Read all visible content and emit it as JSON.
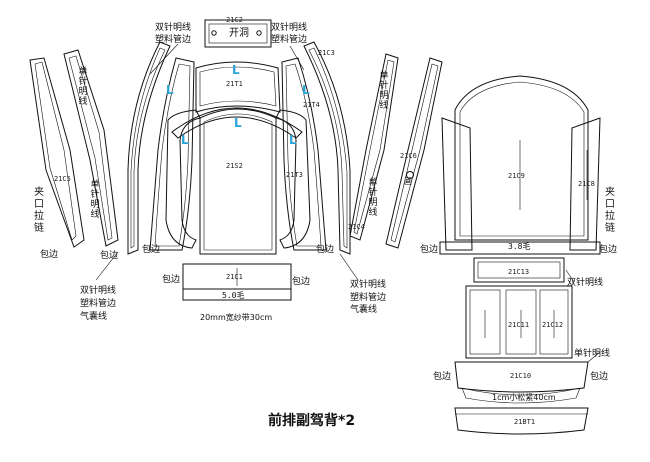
{
  "title": "前排副驾背*2",
  "pieces": {
    "c2": "21C2",
    "c3": "21C3",
    "c5": "21C5",
    "c6": "21C6",
    "c4": "21C4",
    "t1": "21T1",
    "t4": "21T4",
    "t3": "21T3",
    "s2": "21S2",
    "c1": "21C1",
    "c9": "21C9",
    "c8": "21C8",
    "c13": "21C13",
    "c11": "21C11",
    "c12": "21C12",
    "c10": "21C10",
    "bt1": "21BT1"
  },
  "labels": {
    "kaidong": "开洞",
    "double_stitch_left": "双针明线",
    "plastic_edge_left": "塑料管边",
    "double_stitch_right": "双针明线",
    "plastic_edge_right": "塑料管边",
    "single_stitch_top_left": "单针明线",
    "single_stitch_top_right": "单针明线",
    "single_stitch_mid_left": "单针明线",
    "single_stitch_mid_right": "单针明线",
    "zipper_left": "夹口拉链",
    "zipper_right": "夹口拉链",
    "edge_1": "包边",
    "edge_2": "包边",
    "edge_3": "包边",
    "edge_4": "包边",
    "edge_5": "包边",
    "edge_6": "包边",
    "edge_7": "包边",
    "edge_8": "包边",
    "edge_9": "包边",
    "edge_10": "包边",
    "bl_double": "双针明线",
    "bl_plastic": "塑料管边",
    "bl_airbag": "气囊线",
    "br_double": "双针明线",
    "br_plastic": "塑料管边",
    "br_airbag": "气囊线",
    "five_mm": "5.0毛",
    "belt": "20mm宽纱带30cm",
    "mo_38": "3.8毛",
    "right_double": "双针明线",
    "right_single": "单针明线",
    "elastic": "1cm小松紧40cm",
    "c6_mark": "画"
  },
  "L_marks": [
    "L",
    "L",
    "L",
    "L",
    "L",
    "L"
  ],
  "colors": {
    "outline": "#111111",
    "L_mark": "#29a3d8"
  }
}
